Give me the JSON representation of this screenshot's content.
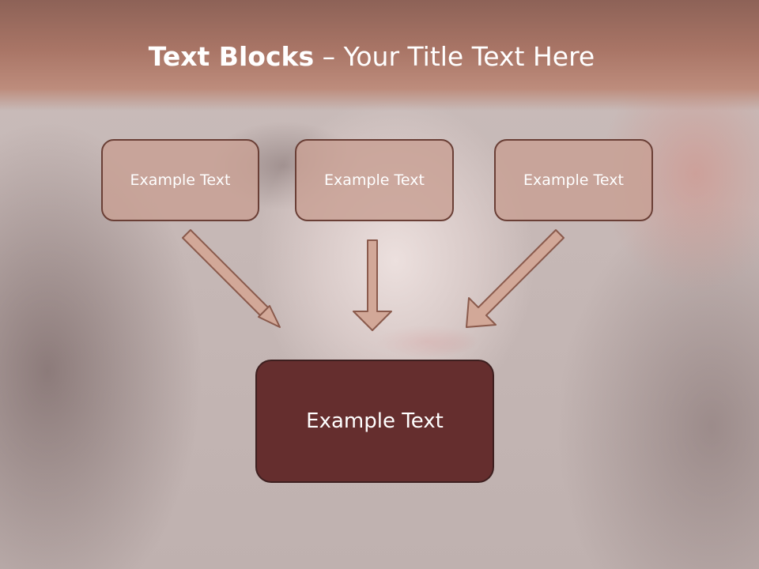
{
  "title": {
    "bold": "Text Blocks",
    "separator": " – ",
    "normal": "Your Title Text Here"
  },
  "blocks": {
    "left": "Example Text",
    "middle": "Example Text",
    "right": "Example Text",
    "bottom": "Example Text"
  },
  "colors": {
    "box_fill": "#c8a094",
    "box_border": "#6a3f36",
    "bottom_box_fill": "#652e2e",
    "arrow_fill": "#d2a898",
    "arrow_stroke": "#8a5a4c",
    "title_band": "#a97566"
  }
}
